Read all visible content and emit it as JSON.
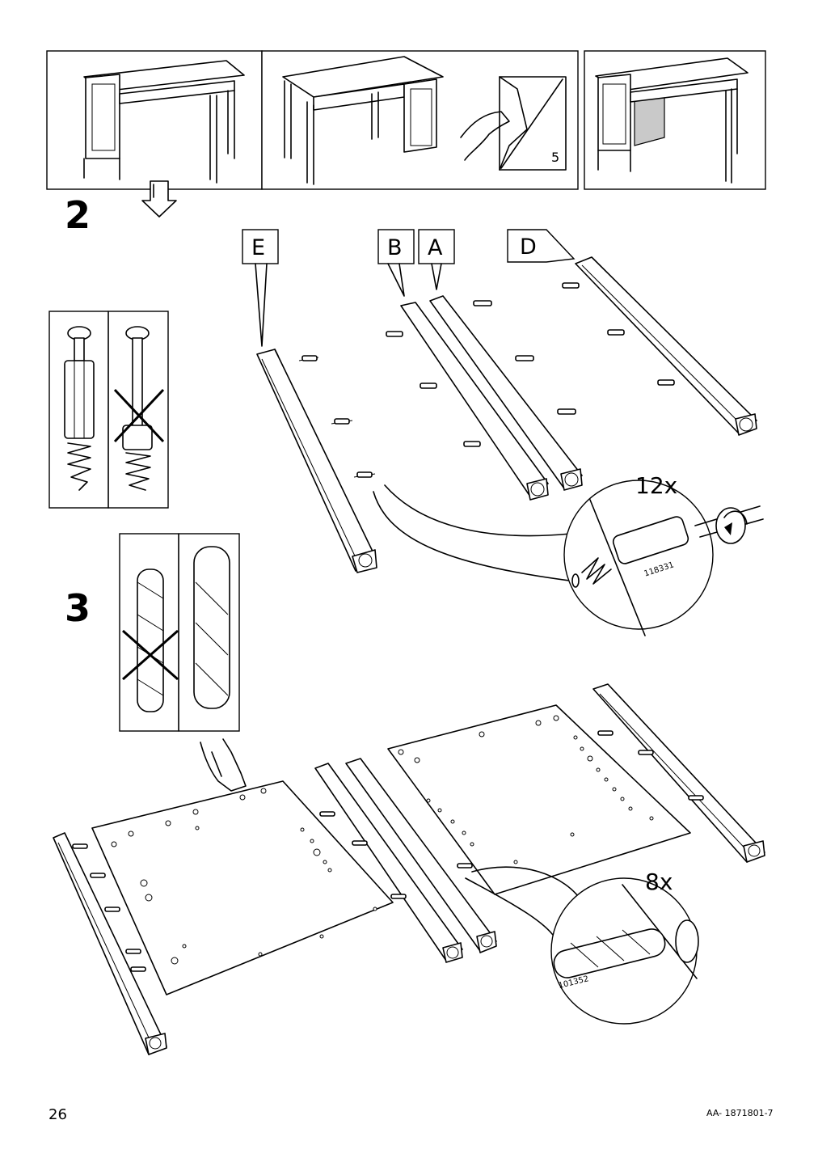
{
  "page_number": "26",
  "doc_code": "AA- 1871801-7",
  "step_2": {
    "number": "2",
    "labels": [
      "E",
      "B",
      "A",
      "D"
    ],
    "quantity": "12x",
    "part_number": "118331"
  },
  "step_3": {
    "number": "3",
    "quantity": "8x",
    "part_number": "101352"
  },
  "top_reference": {
    "page_ref": "5"
  }
}
